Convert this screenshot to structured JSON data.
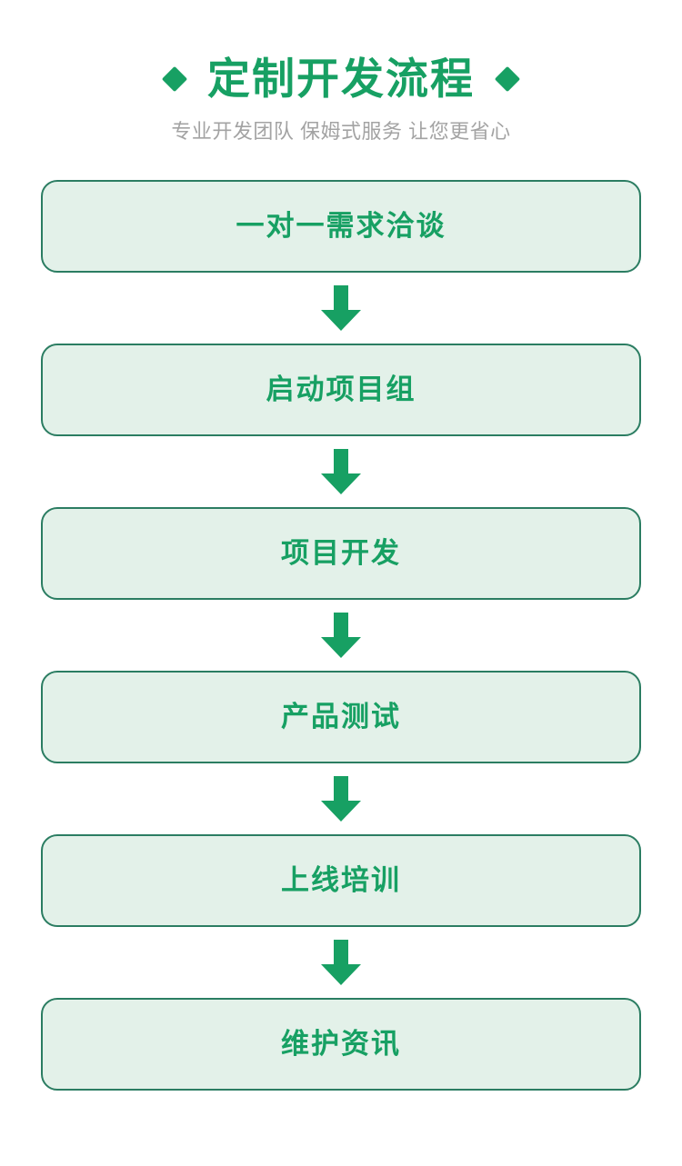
{
  "header": {
    "title": "定制开发流程",
    "subtitle": "专业开发团队 保姆式服务 让您更省心",
    "ornament_left": "diamond-icon",
    "ornament_right": "diamond-icon"
  },
  "colors": {
    "background": "#ffffff",
    "accent_green": "#17a063",
    "box_border": "#2b7d62",
    "box_fill": "#e3f1e9",
    "arrow": "#17a063",
    "subtitle_gray": "#a3a3a3"
  },
  "flow": {
    "connector_icon": "arrow-down-icon",
    "steps": [
      {
        "label": "一对一需求洽谈"
      },
      {
        "label": "启动项目组"
      },
      {
        "label": "项目开发"
      },
      {
        "label": "产品测试"
      },
      {
        "label": "上线培训"
      },
      {
        "label": "维护资讯"
      }
    ]
  }
}
